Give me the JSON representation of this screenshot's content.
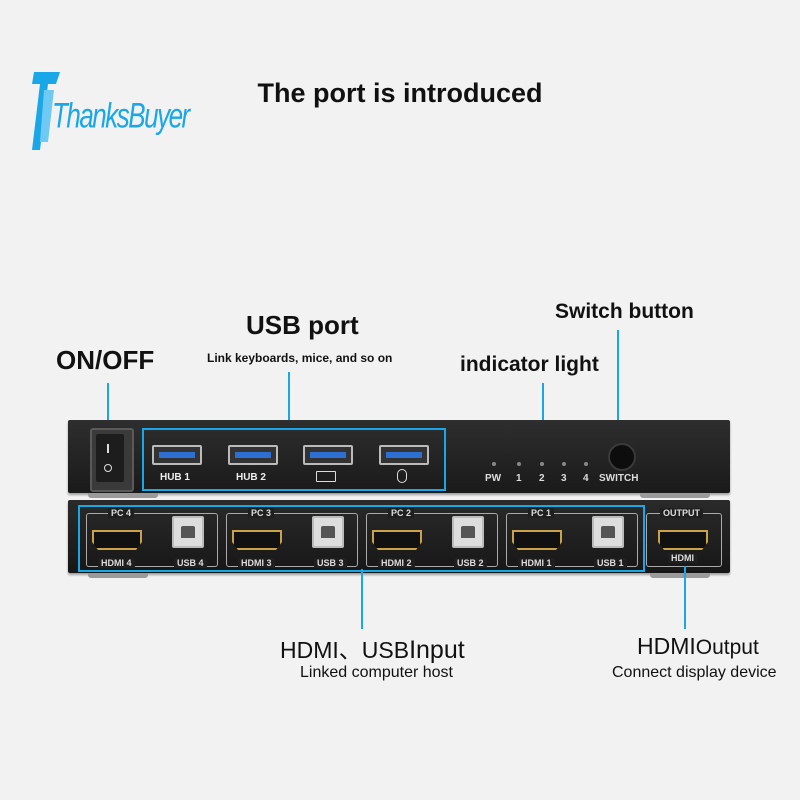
{
  "brand": {
    "name": "ThanksBuyer",
    "color": "#1aa7e8"
  },
  "title": "The port is introduced",
  "labels": {
    "on_off": "ON/OFF",
    "usb_port": "USB port",
    "usb_port_desc": "Link keyboards, mice, and so on",
    "indicator": "indicator light",
    "switch_button": "Switch button",
    "hdmi_usb_input_prefix": "HDMI、USB",
    "hdmi_usb_input_suffix": "Input",
    "hdmi_usb_input_desc": "Linked computer host",
    "hdmi_output_prefix": "HDMI",
    "hdmi_output_suffix": "Output",
    "hdmi_output_desc": "Connect display device"
  },
  "device": {
    "usb_ports": [
      {
        "label": "HUB  1",
        "icon": ""
      },
      {
        "label": "HUB  2",
        "icon": ""
      },
      {
        "label": "",
        "icon": "keyboard-icon"
      },
      {
        "label": "",
        "icon": "mouse-icon"
      }
    ],
    "leds": [
      "PW",
      "1",
      "2",
      "3",
      "4"
    ],
    "switch_label": "SWITCH",
    "inputs": [
      {
        "pc": "PC 4",
        "hdmi": "HDMI 4",
        "usb": "USB 4"
      },
      {
        "pc": "PC 3",
        "hdmi": "HDMI 3",
        "usb": "USB 3"
      },
      {
        "pc": "PC 2",
        "hdmi": "HDMI 2",
        "usb": "USB 2"
      },
      {
        "pc": "PC 1",
        "hdmi": "HDMI 1",
        "usb": "USB 1"
      }
    ],
    "output": {
      "title": "OUTPUT",
      "label": "HDMI"
    }
  },
  "colors": {
    "accent": "#1aa7e8",
    "device": "#1f1f1f"
  }
}
